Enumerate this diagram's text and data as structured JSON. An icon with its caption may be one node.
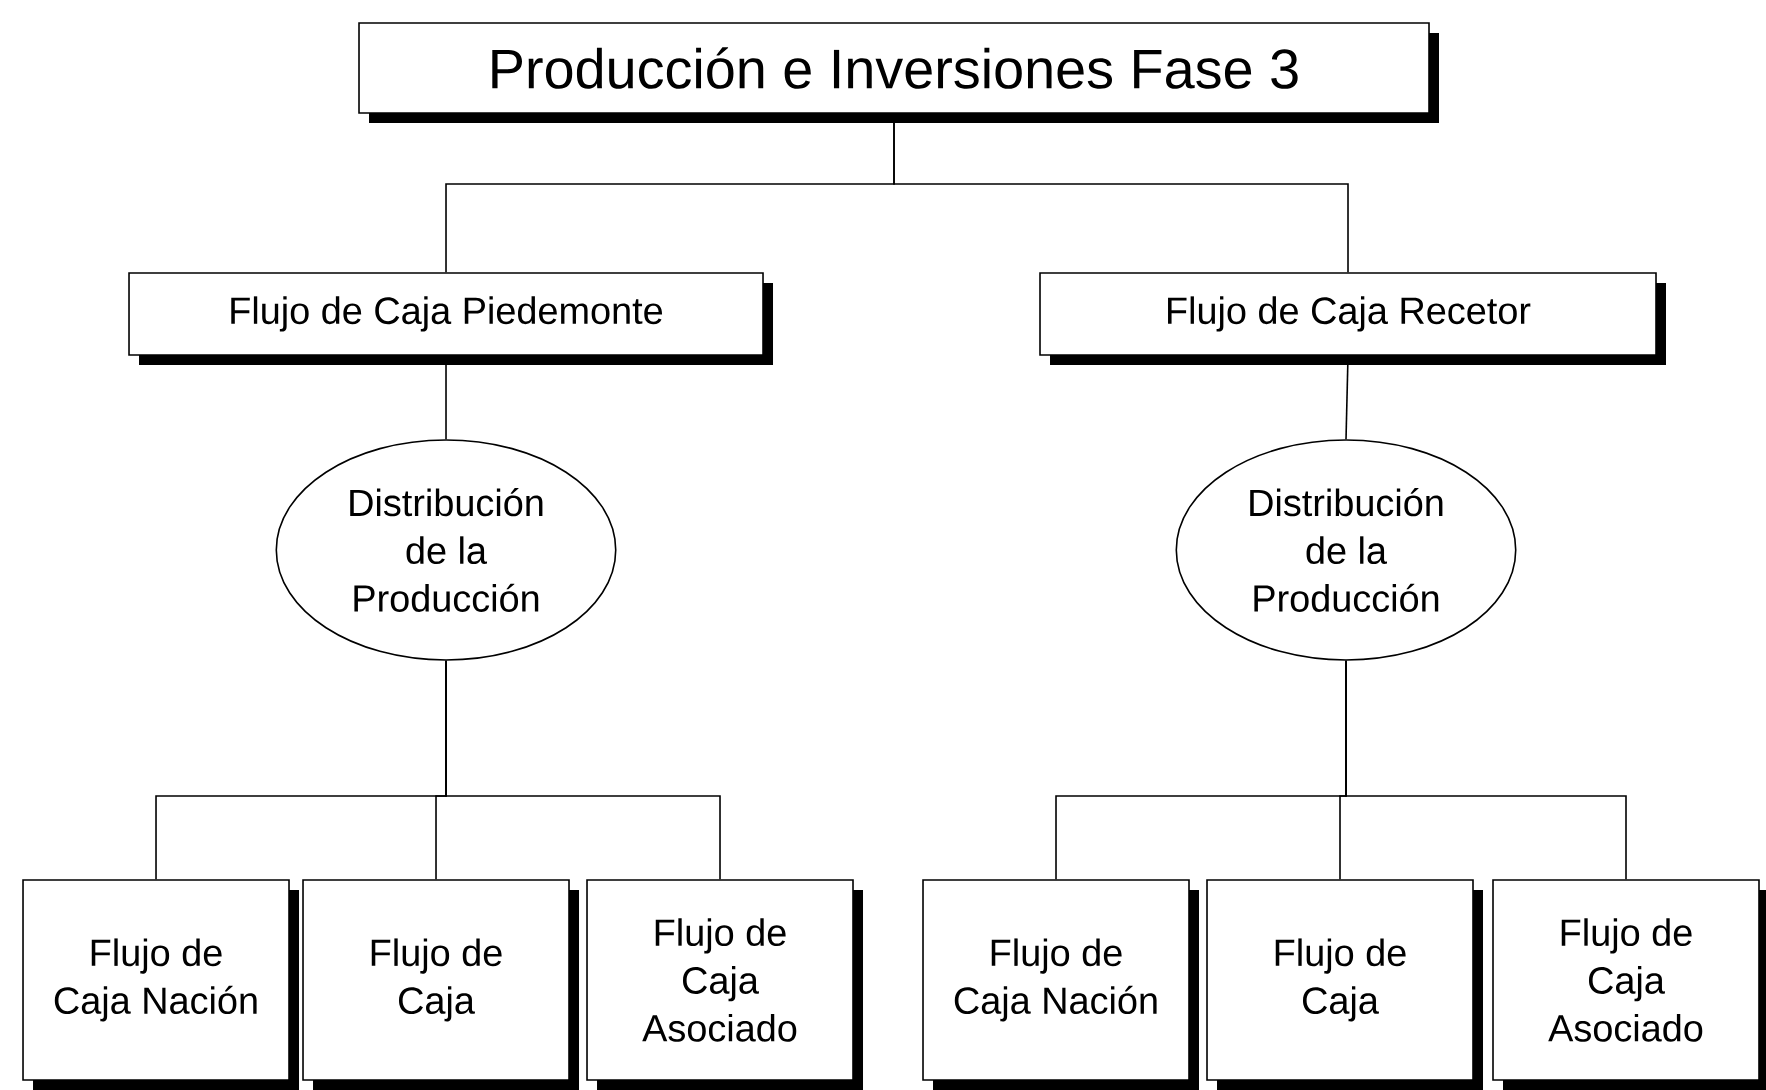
{
  "diagram": {
    "nodes": [
      {
        "text": [
          "Producción e Inversiones Fase 3"
        ]
      },
      {
        "text": [
          "Flujo de Caja Piedemonte"
        ]
      },
      {
        "text": [
          "Flujo de Caja Recetor"
        ]
      },
      {
        "text": [
          "Distribución de la Producción"
        ]
      },
      {
        "text": [
          "Distribución de la Producción"
        ]
      },
      {
        "text": [
          "Flujo de Caja Nación"
        ]
      },
      {
        "text": [
          "Flujo de Caja"
        ]
      },
      {
        "text": [
          "Flujo de Caja Asociado"
        ]
      },
      {
        "text": [
          "Flujo de Caja Nación"
        ]
      },
      {
        "text": [
          "Flujo de Caja"
        ]
      },
      {
        "text": [
          "Flujo de Caja Asociado"
        ]
      }
    ],
    "edges": [
      {
        "from": 0,
        "to": 1,
        "arrow": "none"
      },
      {
        "from": 0,
        "to": 2,
        "arrow": "none"
      },
      {
        "from": 1,
        "to": 3,
        "arrow": "none"
      },
      {
        "from": 2,
        "to": 4,
        "arrow": "none"
      },
      {
        "from": 3,
        "to": 5,
        "arrow": "none"
      },
      {
        "from": 3,
        "to": 6,
        "arrow": "none"
      },
      {
        "from": 3,
        "to": 7,
        "arrow": "none"
      },
      {
        "from": 4,
        "to": 8,
        "arrow": "none"
      },
      {
        "from": 4,
        "to": 9,
        "arrow": "none"
      },
      {
        "from": 4,
        "to": 10,
        "arrow": "none"
      }
    ]
  }
}
